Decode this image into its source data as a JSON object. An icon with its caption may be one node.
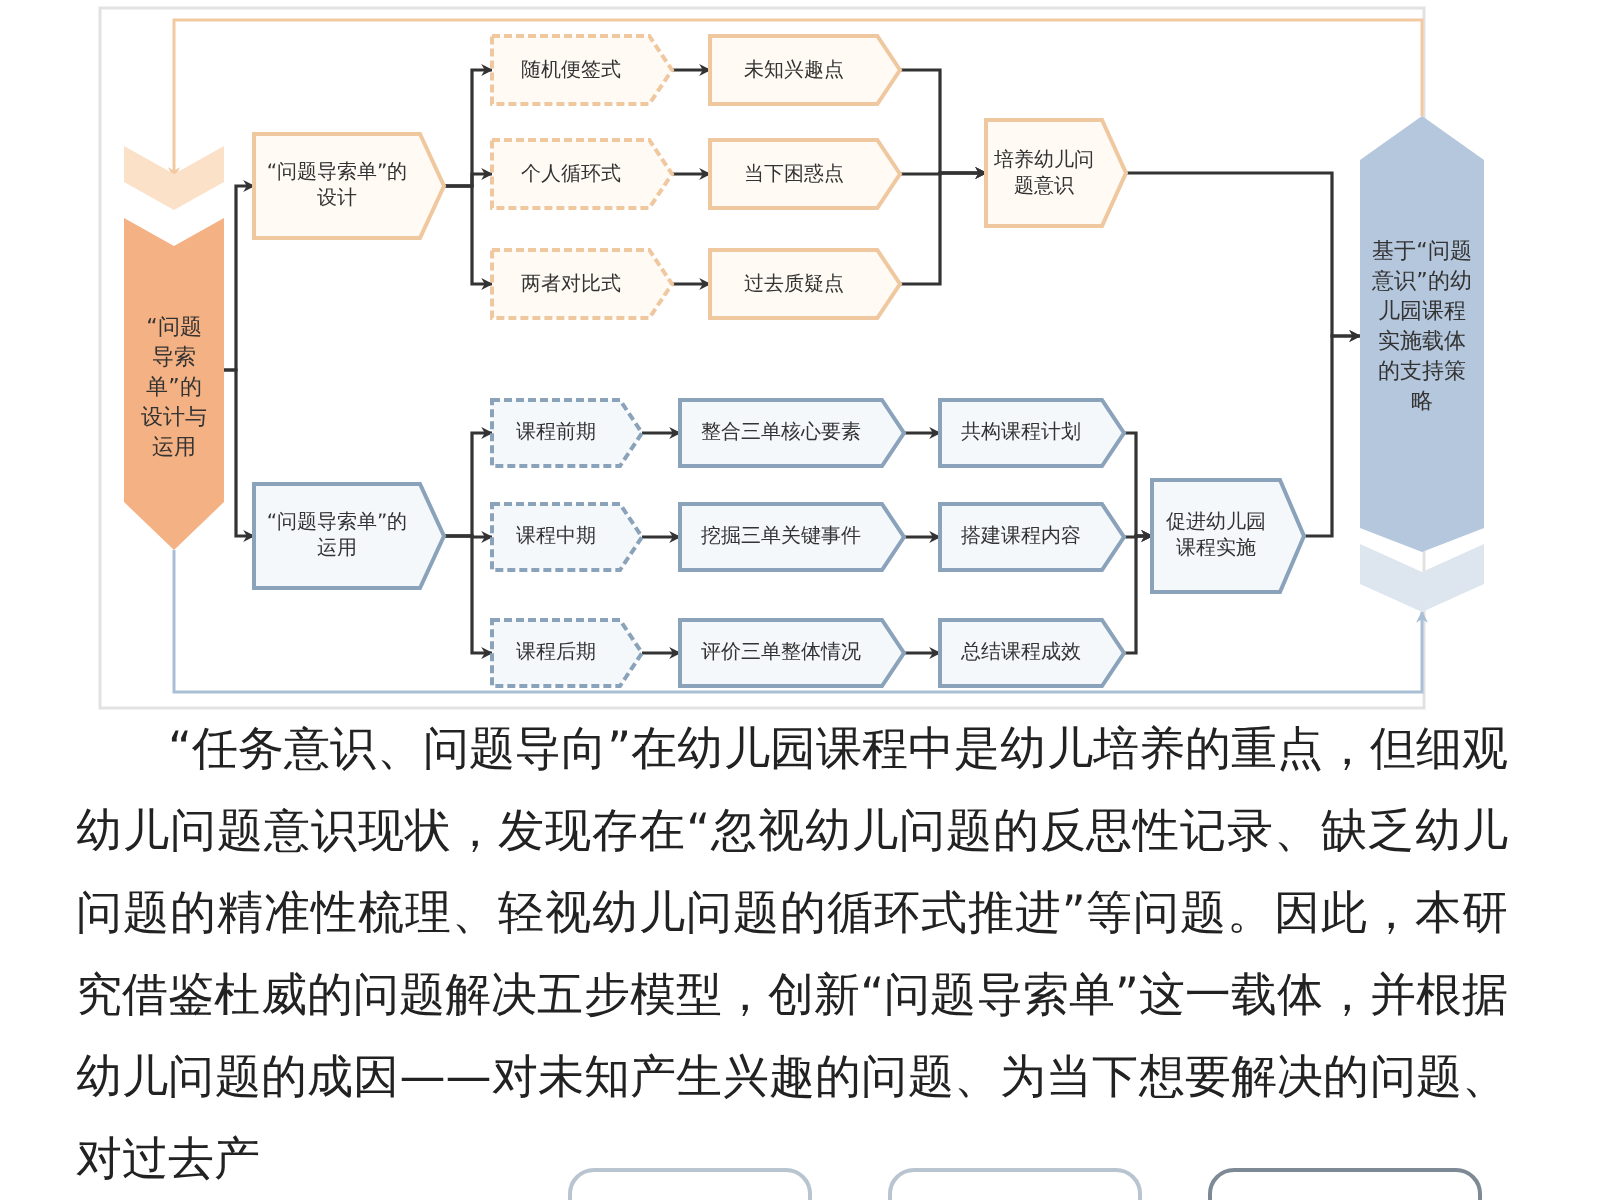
{
  "diagram": {
    "nodes": [
      {
        "text": [
          "“问题导索单”的设计与运用"
        ]
      },
      {
        "text": [
          "“问题导索单”的设计"
        ]
      },
      {
        "text": [
          "随机便签式"
        ]
      },
      {
        "text": [
          "个人循环式"
        ]
      },
      {
        "text": [
          "两者对比式"
        ]
      },
      {
        "text": [
          "未知兴趣点"
        ]
      },
      {
        "text": [
          "当下困惑点"
        ]
      },
      {
        "text": [
          "过去质疑点"
        ]
      },
      {
        "text": [
          "培养幼儿问题意识"
        ]
      },
      {
        "text": [
          "“问题导索单”的运用"
        ]
      },
      {
        "text": [
          "课程前期"
        ]
      },
      {
        "text": [
          "课程中期"
        ]
      },
      {
        "text": [
          "课程后期"
        ]
      },
      {
        "text": [
          "整合三单核心要素"
        ]
      },
      {
        "text": [
          "挖掘三单关键事件"
        ]
      },
      {
        "text": [
          "评价三单整体情况"
        ]
      },
      {
        "text": [
          "共构课程计划"
        ]
      },
      {
        "text": [
          "搭建课程内容"
        ]
      },
      {
        "text": [
          "总结课程成效"
        ]
      },
      {
        "text": [
          "促进幼儿园课程实施"
        ]
      },
      {
        "text": [
          "基于“问题意识”的幼儿园课程实施载体的支持策略"
        ]
      }
    ],
    "edges": [
      {
        "from": 0,
        "to": 1,
        "arrow": "to"
      },
      {
        "from": 0,
        "to": 9,
        "arrow": "to"
      },
      {
        "from": 1,
        "to": 2,
        "arrow": "to"
      },
      {
        "from": 1,
        "to": 3,
        "arrow": "to"
      },
      {
        "from": 1,
        "to": 4,
        "arrow": "to"
      },
      {
        "from": 2,
        "to": 5,
        "arrow": "to"
      },
      {
        "from": 3,
        "to": 6,
        "arrow": "to"
      },
      {
        "from": 4,
        "to": 7,
        "arrow": "to"
      },
      {
        "from": 5,
        "to": 8,
        "arrow": "to"
      },
      {
        "from": 6,
        "to": 8,
        "arrow": "to"
      },
      {
        "from": 7,
        "to": 8,
        "arrow": "to"
      },
      {
        "from": 9,
        "to": 10,
        "arrow": "to"
      },
      {
        "from": 9,
        "to": 11,
        "arrow": "to"
      },
      {
        "from": 9,
        "to": 12,
        "arrow": "to"
      },
      {
        "from": 10,
        "to": 13,
        "arrow": "to"
      },
      {
        "from": 11,
        "to": 14,
        "arrow": "to"
      },
      {
        "from": 12,
        "to": 15,
        "arrow": "to"
      },
      {
        "from": 13,
        "to": 16,
        "arrow": "to"
      },
      {
        "from": 14,
        "to": 17,
        "arrow": "to"
      },
      {
        "from": 15,
        "to": 18,
        "arrow": "to"
      },
      {
        "from": 16,
        "to": 19,
        "arrow": "to"
      },
      {
        "from": 17,
        "to": 19,
        "arrow": "to"
      },
      {
        "from": 18,
        "to": 19,
        "arrow": "to"
      },
      {
        "from": 8,
        "to": 20,
        "arrow": "to"
      },
      {
        "from": 19,
        "to": 20,
        "arrow": "to"
      },
      {
        "from": 20,
        "to": 0,
        "arrow": "to",
        "color": "#f2c9a0"
      },
      {
        "from": 0,
        "to": 20,
        "arrow": "to",
        "color": "#a9bfd6"
      }
    ],
    "labels": [
      "“任务意识、问题导向”在幼儿园课程中是幼儿培养的重点，但细观幼儿问题意识现状，发现存在“忽视幼儿问题的反思性记录、缺乏幼儿问题的精准性梳理、轻视幼儿问题的循环式推进”等问题。因此，本研究借鉴杜威的问题解决五步模型，创新“问题导索单”这一载体，并根据幼儿问题的成因——对未知产生兴趣的问题、为当下想要解决的问题、对过去产"
    ]
  }
}
